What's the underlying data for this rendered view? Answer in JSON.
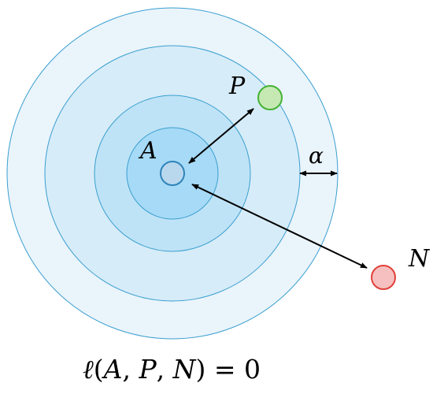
{
  "labels": {
    "anchor": "A",
    "positive": "P",
    "negative": "N",
    "margin": "α"
  },
  "formula": {
    "loss": "ℓ",
    "open_paren": "(",
    "a": "A",
    "comma1": ", ",
    "p": "P",
    "comma2": ", ",
    "n": "N",
    "close": ") = 0"
  },
  "colors": {
    "ring_outer": "#eaf4fb",
    "ring_2": "#d6ecf8",
    "ring_3": "#bfe3f6",
    "ring_core": "#a6daf6",
    "ring_stroke": "#3a9fd0",
    "anchor_fill": "#b9d8ee",
    "anchor_stroke": "#2f83b9",
    "positive_fill": "#c6e9b4",
    "positive_stroke": "#45b233",
    "negative_fill": "#f6c0c0",
    "negative_stroke": "#e0413a",
    "arrow": "#000000"
  }
}
